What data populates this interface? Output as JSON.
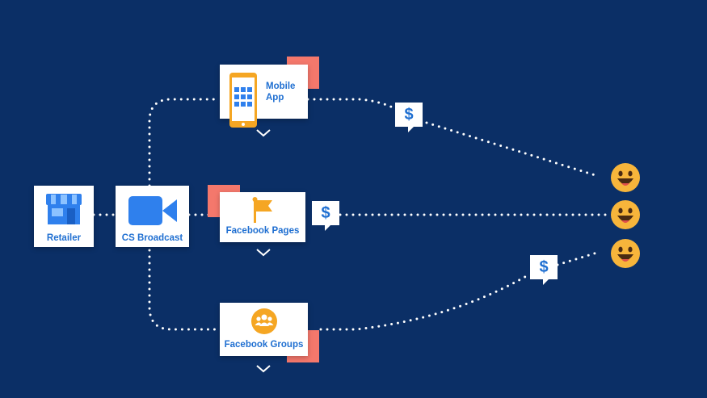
{
  "nodes": {
    "retailer": "Retailer",
    "broadcast": "CS Broadcast",
    "mobile_app": "Mobile\nApp",
    "facebook_pages": "Facebook Pages",
    "facebook_groups": "Facebook Groups"
  },
  "currency_symbol": "$",
  "colors": {
    "background": "#0b2f66",
    "card": "#ffffff",
    "text": "#1f6fd1",
    "accent": "#f4786c",
    "icon_blue": "#2f80ed",
    "icon_orange": "#f5a623",
    "emoji": "#f7b53b"
  }
}
